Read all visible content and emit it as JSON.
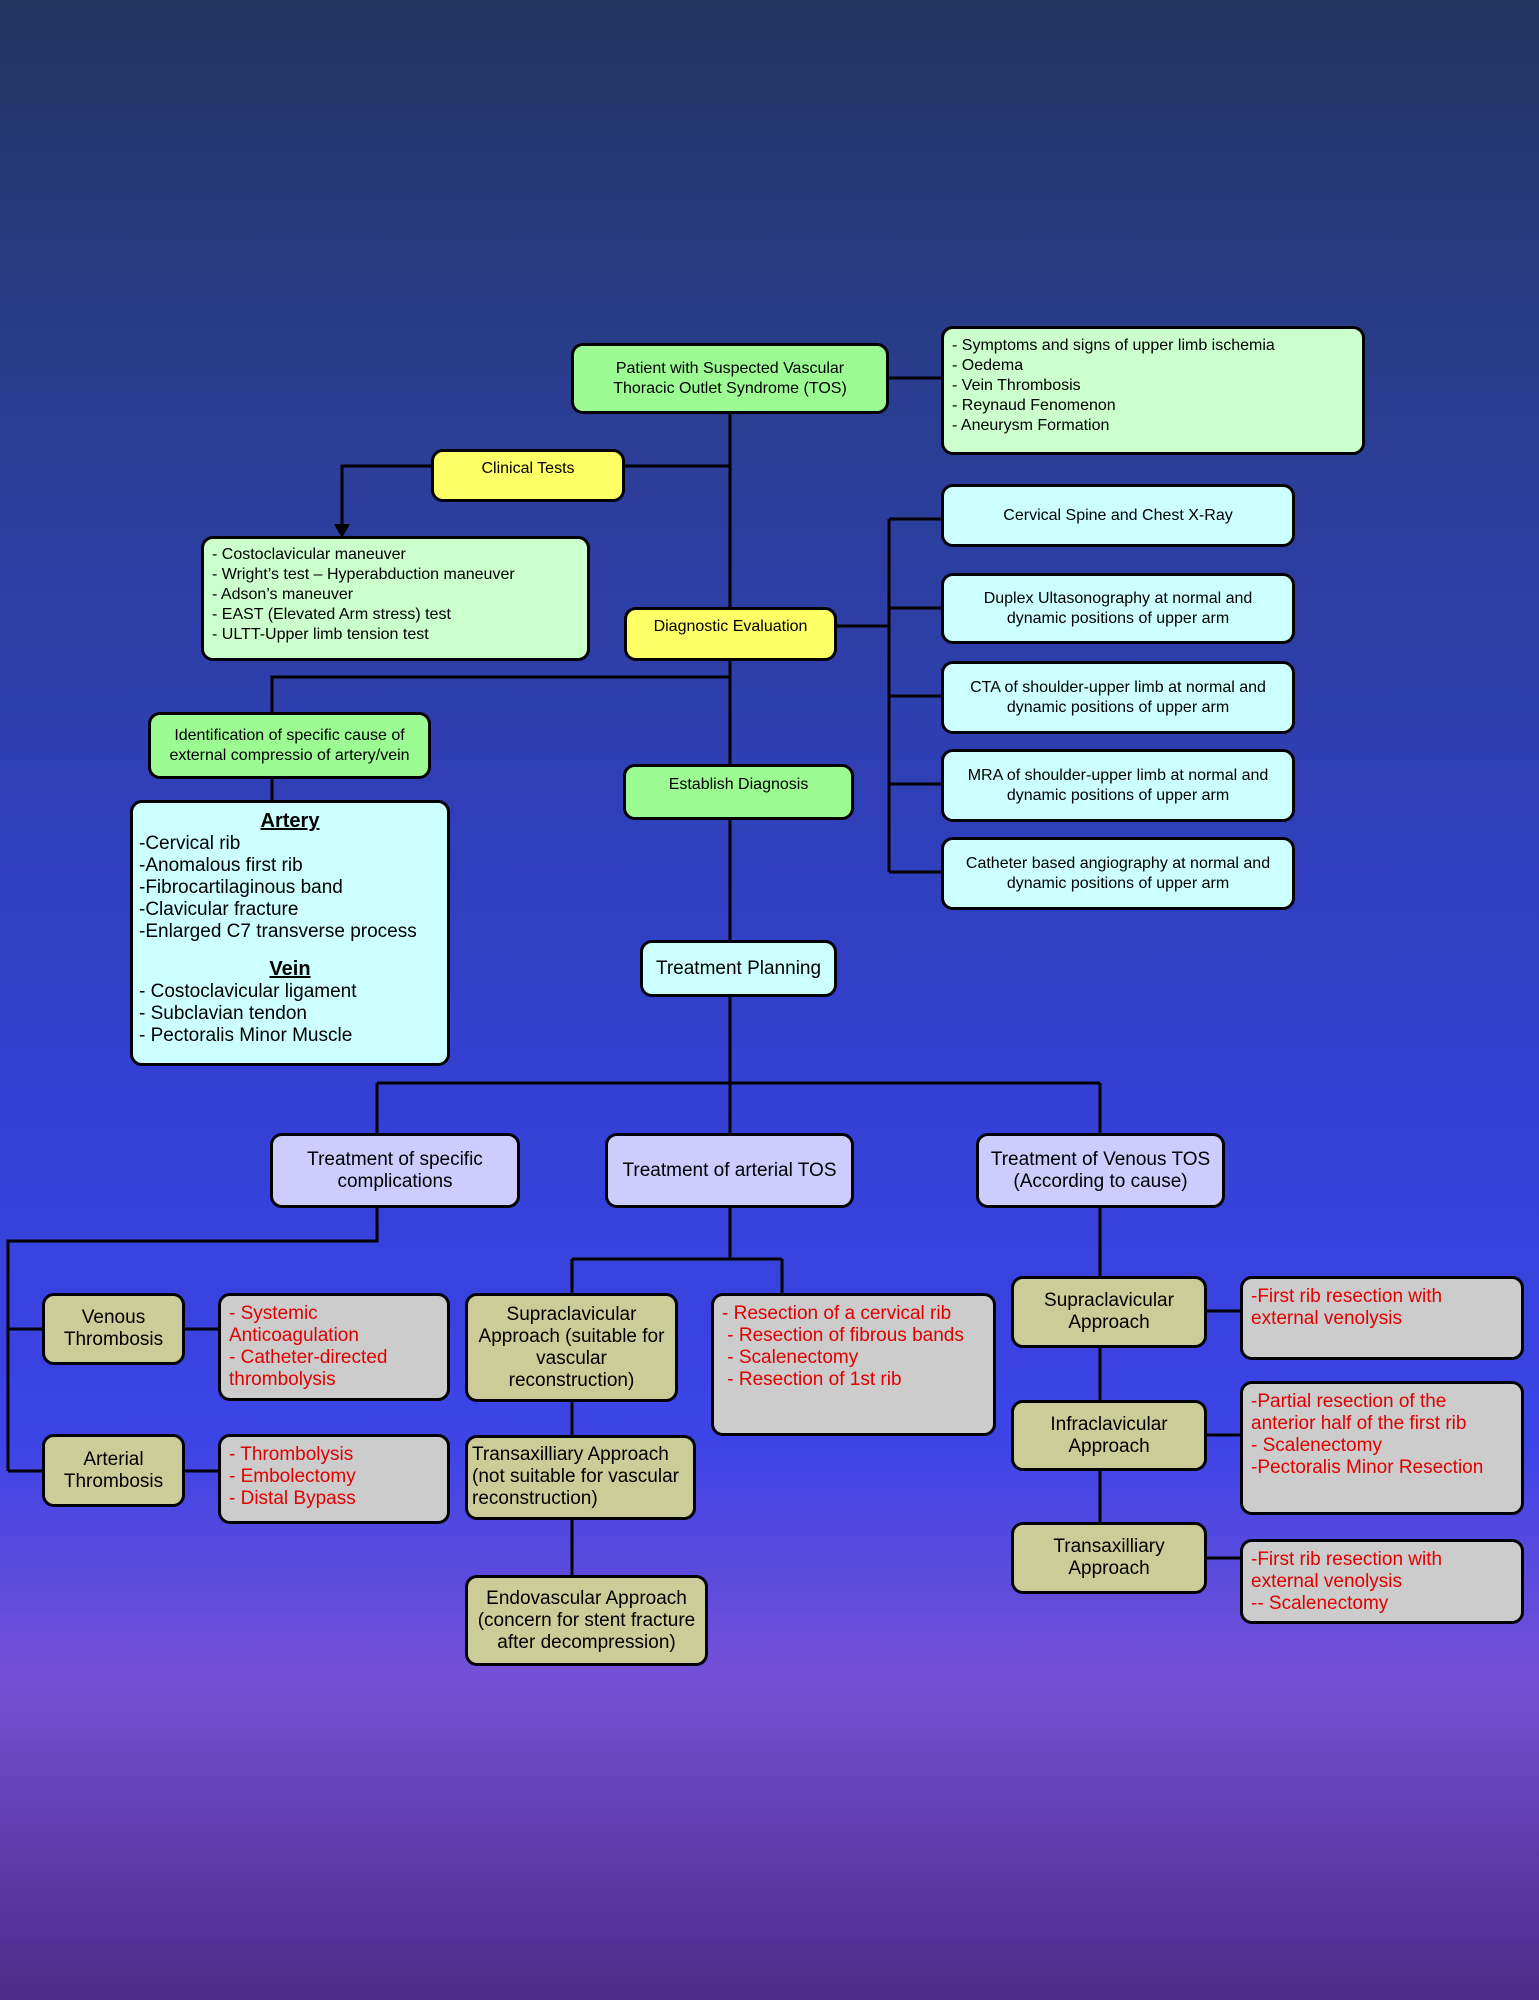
{
  "colors": {
    "node_green": "#9dfb93",
    "note_green": "#cbffcc",
    "node_yellow": "#ffff66",
    "node_cyan": "#ccffff",
    "node_lavender": "#ccccff",
    "node_olive": "#cccc99",
    "node_grey": "#cccccc",
    "treatment_text_red": "#e00000"
  },
  "root": {
    "label": "Patient with Suspected Vascular Thoracic Outlet Syndrome (TOS)"
  },
  "symptoms": [
    "- Symptoms and signs of upper limb ischemia",
    "- Oedema",
    "- Vein Thrombosis",
    "- Reynaud Fenomenon",
    "- Aneurysm Formation"
  ],
  "clinical_tests": {
    "label": "Clinical Tests",
    "items": [
      "- Costoclavicular maneuver",
      "- Wright’s test – Hyperabduction maneuver",
      "- Adson’s maneuver",
      "- EAST (Elevated Arm stress) test",
      "- ULTT-Upper limb tension test"
    ]
  },
  "diagnostic": {
    "label": "Diagnostic Evaluation",
    "imaging": [
      "Cervical Spine and Chest X-Ray",
      "Duplex Ultasonography at normal and dynamic positions of upper arm",
      "CTA of shoulder-upper limb at normal and dynamic positions of upper arm",
      "MRA of shoulder-upper limb at normal and dynamic positions of upper arm",
      "Catheter based angiography at normal and dynamic positions of upper arm"
    ]
  },
  "identification": {
    "label": "Identification of specific cause of external compressio of artery/vein",
    "artery_heading": "Artery",
    "artery_items": [
      "-Cervical rib",
      "-Anomalous first rib",
      "-Fibrocartilaginous band",
      "-Clavicular fracture",
      "-Enlarged C7 transverse process"
    ],
    "vein_heading": "Vein",
    "vein_items": [
      "- Costoclavicular ligament",
      "- Subclavian tendon",
      "- Pectoralis Minor Muscle"
    ]
  },
  "establish": {
    "label": "Establish Diagnosis"
  },
  "planning": {
    "label": "Treatment Planning"
  },
  "complications": {
    "label": "Treatment of specific complications",
    "venous": {
      "label": "Venous Thrombosis",
      "items": [
        "- Systemic",
        "Anticoagulation",
        "-  Catheter-directed",
        "thrombolysis"
      ]
    },
    "arterial": {
      "label": "Arterial Thrombosis",
      "items": [
        "- Thrombolysis",
        "- Embolectomy",
        "- Distal Bypass"
      ]
    }
  },
  "arterial_tos": {
    "label": "Treatment of arterial TOS",
    "supraclavicular": "Supraclavicular Approach (suitable for vascular reconstruction)",
    "transaxilliary": "Transaxilliary Approach (not suitable for vascular reconstruction)",
    "endovascular": "Endovascular Approach (concern for stent fracture after decompression)",
    "procedures": [
      "- Resection of a cervical rib",
      " - Resection of fibrous bands",
      " - Scalenectomy",
      " - Resection of 1st rib"
    ]
  },
  "venous_tos": {
    "label": "Treatment of Venous TOS (According to cause)",
    "supraclavicular": {
      "label": "Supraclavicular Approach",
      "items": [
        "-First rib resection with",
        "external venolysis"
      ]
    },
    "infraclavicular": {
      "label": "Infraclavicular Approach",
      "items": [
        "-Partial resection of the",
        "anterior half of the first rib",
        "- Scalenectomy",
        "-Pectoralis Minor Resection"
      ]
    },
    "transaxilliary": {
      "label": "Transaxilliary Approach",
      "items": [
        "-First rib resection with",
        "external venolysis",
        "-- Scalenectomy"
      ]
    }
  }
}
